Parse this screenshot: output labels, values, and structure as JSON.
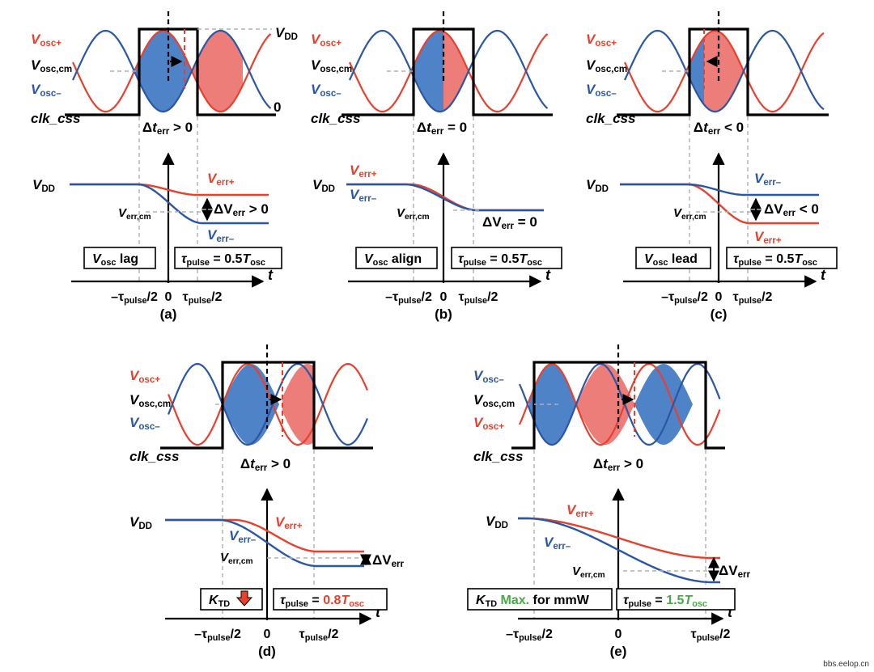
{
  "colors": {
    "red": "#e8402c",
    "blue": "#2a56a6",
    "fill_red": "#ec7d79",
    "fill_blue": "#4f83c8",
    "green": "#4aa84a",
    "black": "#000000",
    "guide": "#b0b0b0"
  },
  "panels": [
    {
      "id": "a",
      "caption": "(a)",
      "labels": {
        "osc_plus": "V",
        "osc_plus_sub": "osc+",
        "osc_cm": "V",
        "osc_cm_sub": "osc,cm",
        "osc_minus": "V",
        "osc_minus_sub": "osc–",
        "clk": "clk_css",
        "vdd_top": "V",
        "vdd_top_sub": "DD",
        "zero": "0",
        "dt_pre": "Δ",
        "dt_t": "t",
        "dt_sub": "err",
        "dt_post": " > 0",
        "vdd": "V",
        "vdd_sub": "DD",
        "err_plus": "V",
        "err_plus_sub": "err+",
        "err_minus": "V",
        "err_minus_sub": "err–",
        "err_cm": "V",
        "err_cm_sub": "err,cm",
        "dverr_pre": "ΔV",
        "dverr_sub": "err",
        "dverr_post": " > 0",
        "box1_v": "V",
        "box1_sub": "osc",
        "box1_text": " lag",
        "box2_tau": "τ",
        "box2_sub": "pulse",
        "box2_eq": " = 0.5",
        "box2_t": "T",
        "box2_tsub": "osc",
        "axis_t": "t",
        "tick_neg": "–τ",
        "tick_neg_sub": "pulse",
        "tick_neg_post": "/2",
        "tick_zero": "0",
        "tick_pos": "τ",
        "tick_pos_sub": "pulse",
        "tick_pos_post": "/2"
      }
    },
    {
      "id": "b",
      "caption": "(b)",
      "labels": {
        "osc_plus": "V",
        "osc_plus_sub": "osc+",
        "osc_cm": "V",
        "osc_cm_sub": "osc,cm",
        "osc_minus": "V",
        "osc_minus_sub": "osc–",
        "clk": "clk_css",
        "dt_pre": "Δ",
        "dt_t": "t",
        "dt_sub": "err",
        "dt_post": " = 0",
        "vdd": "V",
        "vdd_sub": "DD",
        "err_plus": "V",
        "err_plus_sub": "err+",
        "err_minus": "V",
        "err_minus_sub": "err–",
        "err_cm": "V",
        "err_cm_sub": "err,cm",
        "dverr_pre": "ΔV",
        "dverr_sub": "err",
        "dverr_post": " = 0",
        "box1_v": "V",
        "box1_sub": "osc",
        "box1_text": " align",
        "box2_tau": "τ",
        "box2_sub": "pulse",
        "box2_eq": " = 0.5",
        "box2_t": "T",
        "box2_tsub": "osc",
        "axis_t": "t",
        "tick_neg": "–τ",
        "tick_neg_sub": "pulse",
        "tick_neg_post": "/2",
        "tick_zero": "0",
        "tick_pos": "τ",
        "tick_pos_sub": "pulse",
        "tick_pos_post": "/2"
      }
    },
    {
      "id": "c",
      "caption": "(c)",
      "labels": {
        "osc_plus": "V",
        "osc_plus_sub": "osc+",
        "osc_cm": "V",
        "osc_cm_sub": "osc,cm",
        "osc_minus": "V",
        "osc_minus_sub": "osc–",
        "clk": "clk_css",
        "dt_pre": "Δ",
        "dt_t": "t",
        "dt_sub": "err",
        "dt_post": " < 0",
        "vdd": "V",
        "vdd_sub": "DD",
        "err_plus": "V",
        "err_plus_sub": "err+",
        "err_minus": "V",
        "err_minus_sub": "err–",
        "err_cm": "V",
        "err_cm_sub": "err,cm",
        "dverr_pre": "ΔV",
        "dverr_sub": "err",
        "dverr_post": " < 0",
        "box1_v": "V",
        "box1_sub": "osc",
        "box1_text": " lead",
        "box2_tau": "τ",
        "box2_sub": "pulse",
        "box2_eq": " = 0.5",
        "box2_t": "T",
        "box2_tsub": "osc",
        "axis_t": "t",
        "tick_neg": "–τ",
        "tick_neg_sub": "pulse",
        "tick_neg_post": "/2",
        "tick_zero": "0",
        "tick_pos": "τ",
        "tick_pos_sub": "pulse",
        "tick_pos_post": "/2"
      }
    },
    {
      "id": "d",
      "caption": "(d)",
      "labels": {
        "osc_plus": "V",
        "osc_plus_sub": "osc+",
        "osc_cm": "V",
        "osc_cm_sub": "osc,cm",
        "osc_minus": "V",
        "osc_minus_sub": "osc–",
        "clk": "clk_css",
        "dt_pre": "Δ",
        "dt_t": "t",
        "dt_sub": "err",
        "dt_post": " > 0",
        "vdd": "V",
        "vdd_sub": "DD",
        "err_plus": "V",
        "err_plus_sub": "err+",
        "err_minus": "V",
        "err_minus_sub": "err–",
        "err_cm": "V",
        "err_cm_sub": "err,cm",
        "dverr_pre": "ΔV",
        "dverr_sub": "err",
        "box1_v": "K",
        "box1_sub": "TD",
        "box2_tau": "τ",
        "box2_sub": "pulse",
        "box2_eq": " = ",
        "box2_val": "0.8",
        "box2_t": "T",
        "box2_tsub": "osc",
        "axis_t": "t",
        "tick_neg": "–τ",
        "tick_neg_sub": "pulse",
        "tick_neg_post": "/2",
        "tick_zero": "0",
        "tick_pos": "τ",
        "tick_pos_sub": "pulse",
        "tick_pos_post": "/2"
      }
    },
    {
      "id": "e",
      "caption": "(e)",
      "labels": {
        "osc_minus": "V",
        "osc_minus_sub": "osc–",
        "osc_cm": "V",
        "osc_cm_sub": "osc,cm",
        "osc_plus": "V",
        "osc_plus_sub": "osc+",
        "clk": "clk_css",
        "dt_pre": "Δ",
        "dt_t": "t",
        "dt_sub": "err",
        "dt_post": " > 0",
        "vdd": "V",
        "vdd_sub": "DD",
        "err_plus": "V",
        "err_plus_sub": "err+",
        "err_minus": "V",
        "err_minus_sub": "err–",
        "err_cm": "V",
        "err_cm_sub": "err,cm",
        "dverr_pre": "ΔV",
        "dverr_sub": "err",
        "box1_v": "K",
        "box1_sub": "TD",
        "box1_green": " Max.",
        "box1_text": " for mmW",
        "box2_tau": "τ",
        "box2_sub": "pulse",
        "box2_eq": " = ",
        "box2_val": "1.5",
        "box2_t": "T",
        "box2_tsub": "osc",
        "axis_t": "t",
        "tick_neg": "–τ",
        "tick_neg_sub": "pulse",
        "tick_neg_post": "/2",
        "tick_zero": "0",
        "tick_pos": "τ",
        "tick_pos_sub": "pulse",
        "tick_pos_post": "/2"
      }
    }
  ],
  "watermark": "bbs.eelop.cn"
}
